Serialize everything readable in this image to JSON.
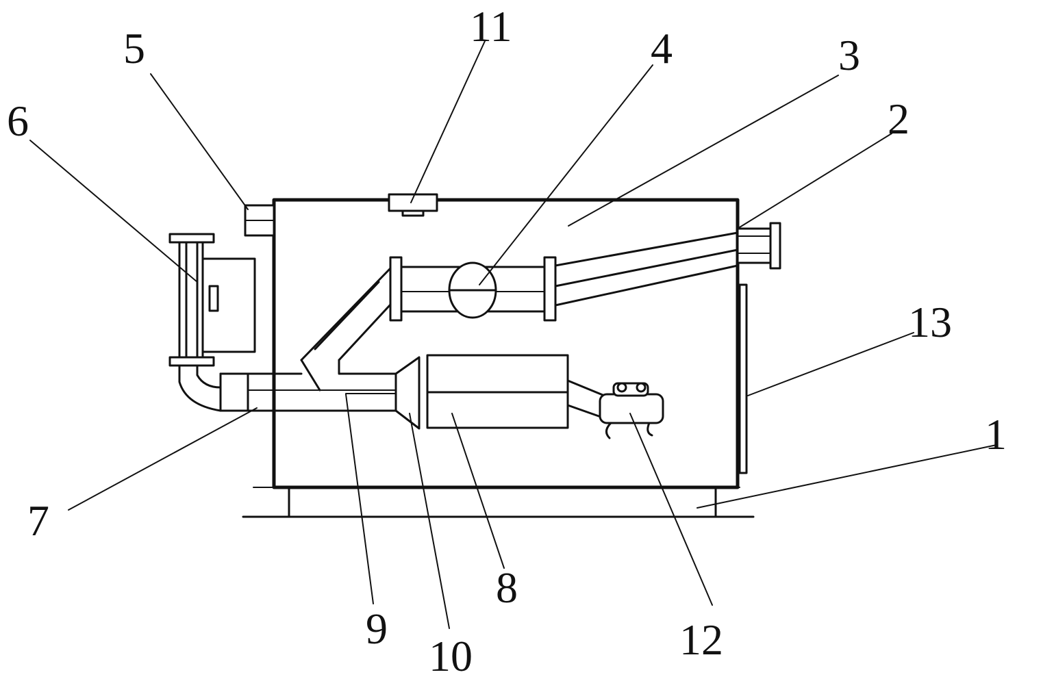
{
  "figure": {
    "type": "technical-drawing",
    "callouts": [
      {
        "id": "c1",
        "label": "1"
      },
      {
        "id": "c2",
        "label": "2"
      },
      {
        "id": "c3",
        "label": "3"
      },
      {
        "id": "c4",
        "label": "4"
      },
      {
        "id": "c5",
        "label": "5"
      },
      {
        "id": "c6",
        "label": "6"
      },
      {
        "id": "c7",
        "label": "7"
      },
      {
        "id": "c8",
        "label": "8"
      },
      {
        "id": "c9",
        "label": "9"
      },
      {
        "id": "c10",
        "label": "10"
      },
      {
        "id": "c11",
        "label": "11"
      },
      {
        "id": "c12",
        "label": "12"
      },
      {
        "id": "c13",
        "label": "13"
      }
    ]
  }
}
